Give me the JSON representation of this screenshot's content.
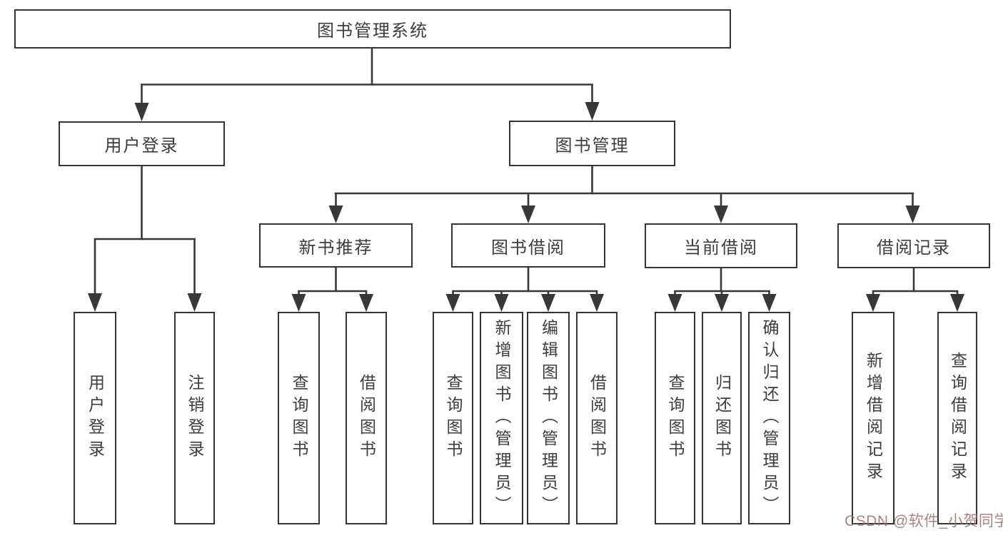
{
  "diagram": {
    "root": "图书管理系统",
    "level2": {
      "user_login": "用户登录",
      "book_mgmt": "图书管理"
    },
    "level3": {
      "new_books": "新书推荐",
      "book_borrow": "图书借阅",
      "current_borrow": "当前借阅",
      "borrow_records": "借阅记录"
    },
    "leaves": {
      "user_login": [
        "用户登录",
        "注销登录"
      ],
      "new_books": [
        "查询图书",
        "借阅图书"
      ],
      "book_borrow": [
        "查询图书",
        "新增图书（管理员）",
        "编辑图书（管理员）",
        "借阅图书"
      ],
      "current_borrow": [
        "查询图书",
        "归还图书",
        "确认归还（管理员）"
      ],
      "borrow_records": [
        "新增借阅记录",
        "查询借阅记录"
      ]
    }
  },
  "watermark": {
    "text": "CSDN @软件_小贺同学"
  },
  "colors": {
    "line": "#383838",
    "text": "#3d3d3d",
    "background": "#ffffff",
    "watermark": "#9e6c6c"
  }
}
